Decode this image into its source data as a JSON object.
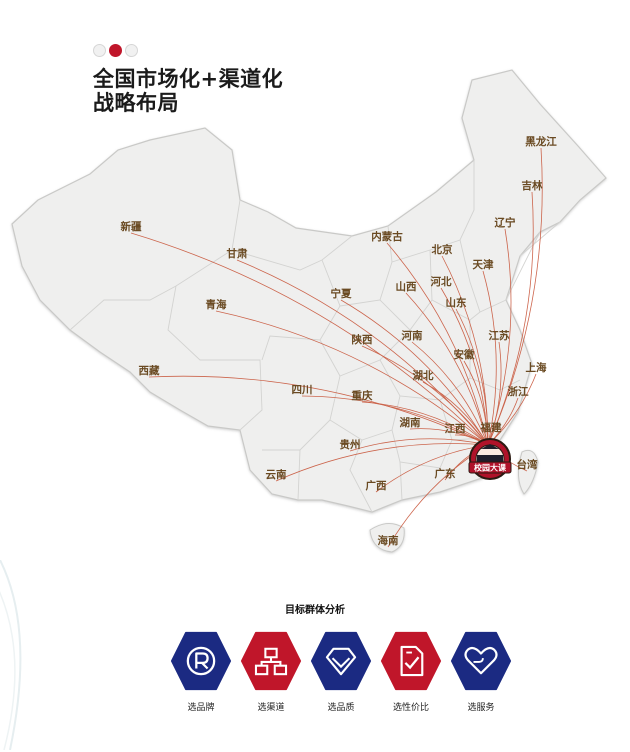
{
  "title": {
    "line1": "全国市场化+渠道化",
    "line2": "战略布局"
  },
  "pager": {
    "total": 3,
    "active_index": 1
  },
  "colors": {
    "accent_red": "#c0162a",
    "navy": "#1b2a82",
    "route_line": "#c8553a",
    "map_fill": "#efefee",
    "map_border": "#c9c9c7"
  },
  "map": {
    "provinces": [
      "新疆",
      "甘肃",
      "内蒙古",
      "黑龙江",
      "吉林",
      "辽宁",
      "北京",
      "天津",
      "宁夏",
      "青海",
      "山西",
      "河北",
      "山东",
      "陕西",
      "河南",
      "江苏",
      "安徽",
      "上海",
      "西藏",
      "四川",
      "湖北",
      "浙江",
      "重庆",
      "湖南",
      "江西",
      "福建",
      "贵州",
      "台湾",
      "云南",
      "广西",
      "广东",
      "海南"
    ],
    "hub": "福建",
    "logo_text": "校园大课"
  },
  "analysis": {
    "title": "目标群体分析",
    "items": [
      {
        "label": "选品牌",
        "icon": "registered-trademark-icon",
        "color": "#1b2a82"
      },
      {
        "label": "选渠道",
        "icon": "org-chart-icon",
        "color": "#c0162a"
      },
      {
        "label": "选品质",
        "icon": "diamond-icon",
        "color": "#1b2a82"
      },
      {
        "label": "选性价比",
        "icon": "checklist-icon",
        "color": "#c0162a"
      },
      {
        "label": "选服务",
        "icon": "heart-hands-icon",
        "color": "#1b2a82"
      }
    ]
  }
}
